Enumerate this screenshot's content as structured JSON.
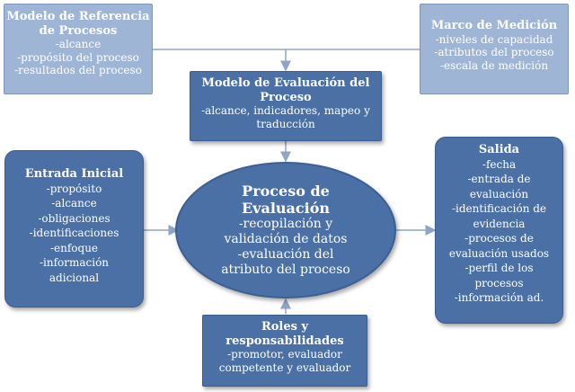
{
  "reference_model": {
    "title_lines": [
      "Modelo de Referencia",
      "de Procesos"
    ],
    "items": [
      "-alcance",
      "-propósito del proceso",
      "-resultados del proceso"
    ]
  },
  "measurement_framework": {
    "title": "Marco de Medición",
    "items": [
      "-niveles de capacidad",
      "-atributos del proceso",
      "-escala de medición"
    ]
  },
  "assessment_model": {
    "title_lines": [
      "Modelo de Evaluación del",
      "Proceso"
    ],
    "items": [
      "-alcance, indicadores, mapeo y",
      "traducción"
    ]
  },
  "initial_input": {
    "title": "Entrada Inicial",
    "items": [
      "-propósito",
      "-alcance",
      "-obligaciones",
      "-identificaciones",
      "-enfoque",
      "-información",
      "adicional"
    ]
  },
  "assessment_process": {
    "title_lines": [
      "Proceso de",
      "Evaluación"
    ],
    "items": [
      "-recopilación y",
      "validación de datos",
      "-evaluación del",
      "atributo del proceso"
    ]
  },
  "output": {
    "title": "Salida",
    "items": [
      "-fecha",
      "-entrada de",
      "evaluación",
      "-identificación de",
      "evidencia",
      "-procesos de",
      "evaluación usados",
      "-perfil de los",
      "procesos",
      "-información ad."
    ]
  },
  "roles": {
    "title_lines": [
      "Roles y",
      "responsabilidades"
    ],
    "items": [
      "-promotor, evaluador",
      "competente y evaluador"
    ]
  },
  "colors": {
    "light_box": "#9fb5d6",
    "dark_box": "#4a70a6",
    "connector": "#8ea5c9"
  }
}
